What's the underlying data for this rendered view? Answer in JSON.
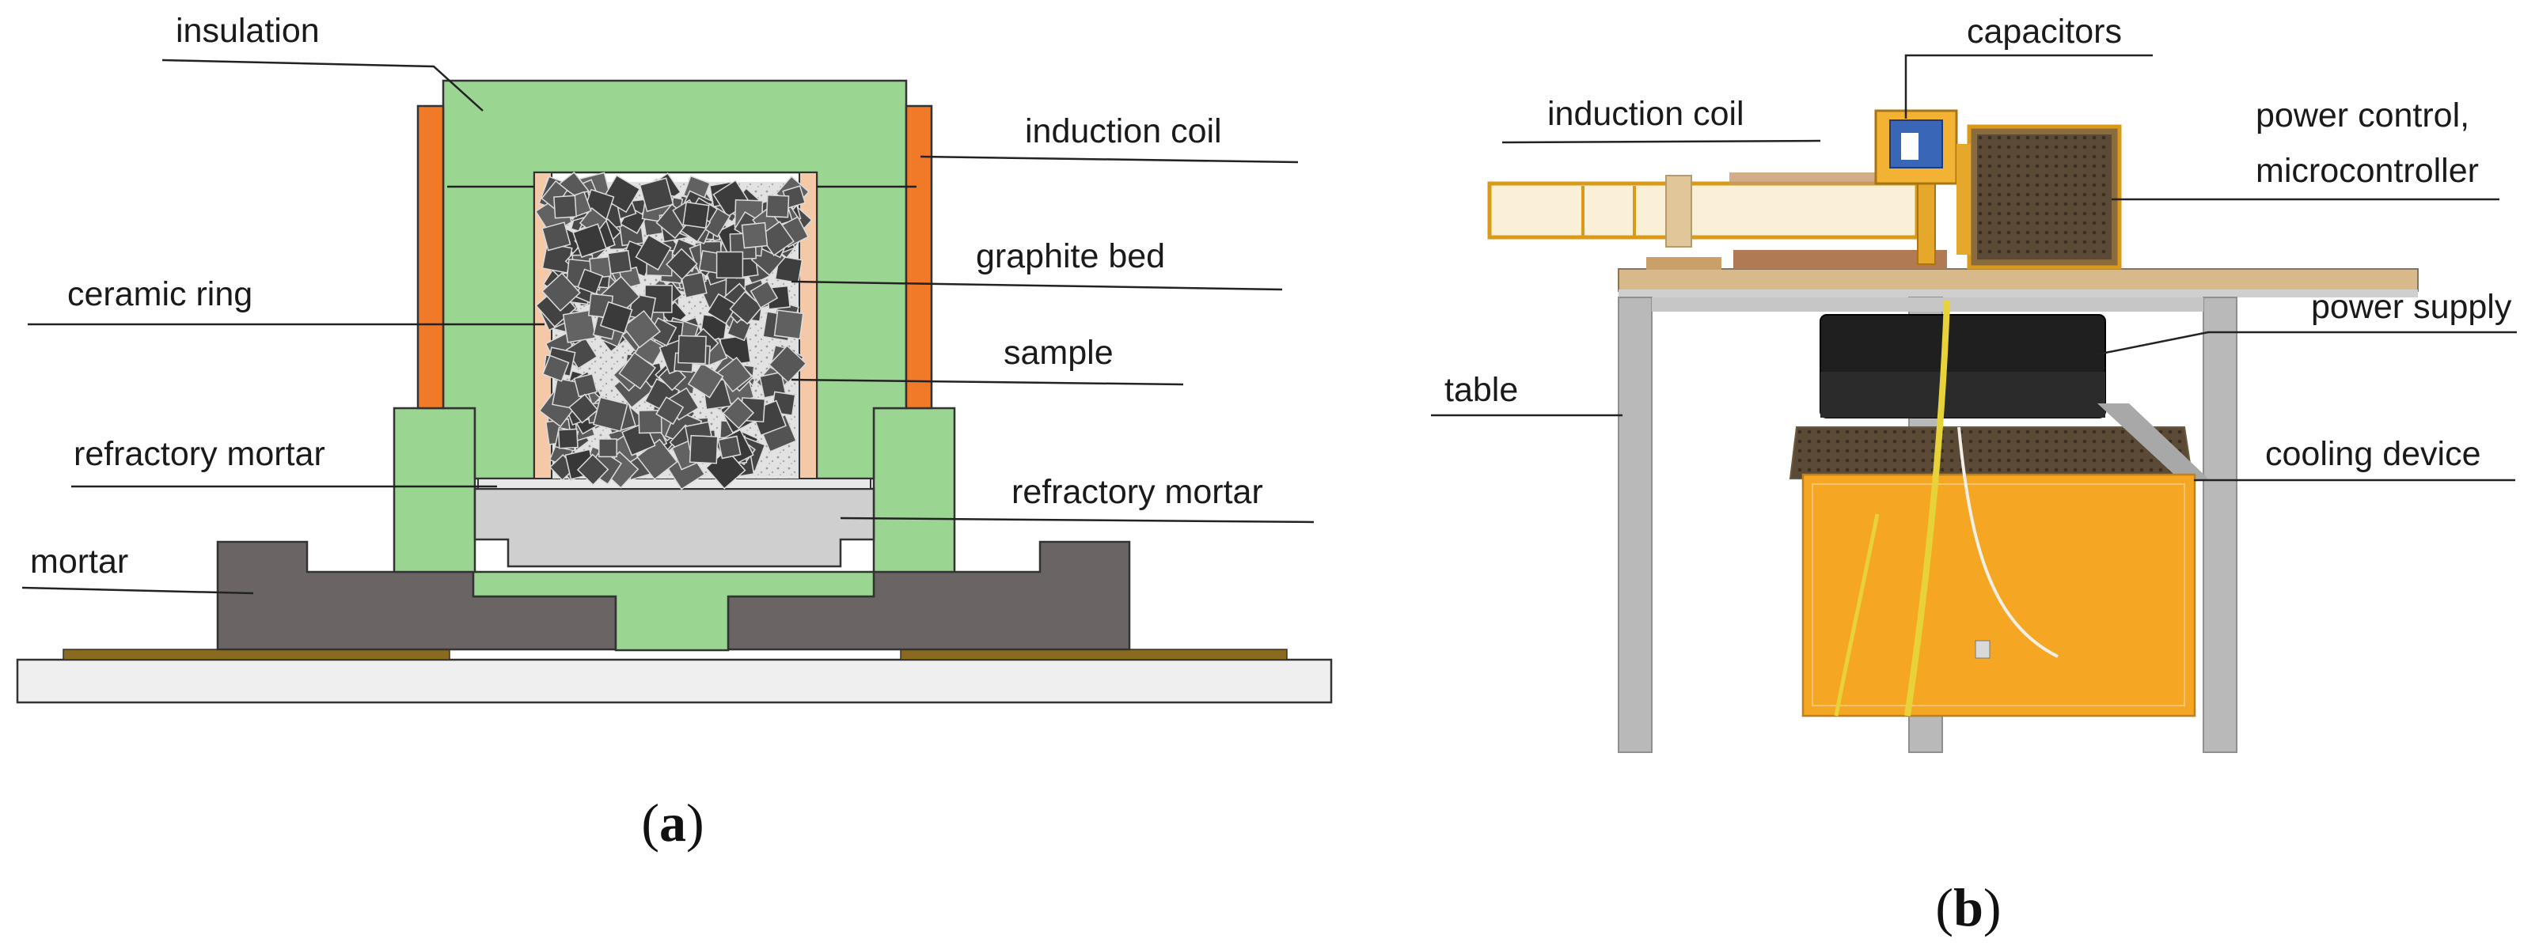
{
  "panel_a": {
    "letter": "a",
    "labels": {
      "insulation": "insulation",
      "induction_coil": "induction coil",
      "ceramic_ring": "ceramic ring",
      "graphite_bed": "graphite bed",
      "sample": "sample",
      "refractory_mortar_left": "refractory mortar",
      "refractory_mortar_right": "refractory mortar",
      "mortar": "mortar"
    }
  },
  "panel_b": {
    "letter": "b",
    "labels": {
      "induction_coil": "induction coil",
      "capacitors": "capacitors",
      "power_control_line1": "power control,",
      "power_control_line2": "microcontroller",
      "power_supply": "power supply",
      "table": "table",
      "cooling_device": "cooling device"
    }
  },
  "colors": {
    "insulation": "#9bd592",
    "induction_coil": "#f07a27",
    "ceramic_ring": "#f5c9a8",
    "graphite": "#4a4a4a",
    "mortar": "#6b6465",
    "refractory_mortar": "#cfcfcf",
    "base_plate": "#efefef",
    "base_strip": "#8a6a1f",
    "cooling_device": "#f5a623",
    "table_frame": "#b9b9b9",
    "table_top": "#d8b98a"
  }
}
